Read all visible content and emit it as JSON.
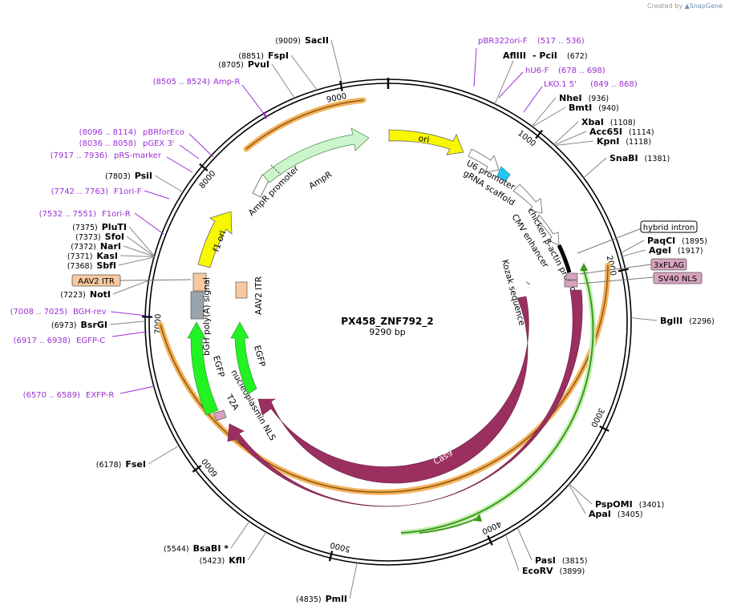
{
  "credit": {
    "prefix": "Created by",
    "brand": "SnapGene"
  },
  "plasmid": {
    "name": "PX458_ZNF792_2",
    "length_label": "9290 bp",
    "length": 9290
  },
  "ticks": [
    "1000",
    "2000",
    "3000",
    "4000",
    "5000",
    "6000",
    "7000",
    "8000",
    "9000"
  ],
  "enzymes": [
    {
      "name": "SacII",
      "pos": "(9009)",
      "bp": 9009
    },
    {
      "name": "FspI",
      "pos": "(8851)",
      "bp": 8851
    },
    {
      "name": "PvuI",
      "pos": "(8705)",
      "bp": 8705
    },
    {
      "name": "PsiI",
      "pos": "(7803)",
      "bp": 7803
    },
    {
      "name": "PluTI",
      "pos": "(7375)",
      "bp": 7375
    },
    {
      "name": "SfoI",
      "pos": "(7373)",
      "bp": 7373
    },
    {
      "name": "NarI",
      "pos": "(7372)",
      "bp": 7372
    },
    {
      "name": "KasI",
      "pos": "(7371)",
      "bp": 7371
    },
    {
      "name": "SbfI",
      "pos": "(7368)",
      "bp": 7368
    },
    {
      "name": "NotI",
      "pos": "(7223)",
      "bp": 7223
    },
    {
      "name": "BsrGI",
      "pos": "(6973)",
      "bp": 6973
    },
    {
      "name": "FseI",
      "pos": "(6178)",
      "bp": 6178
    },
    {
      "name": "BsaBI *",
      "pos": "(5544)",
      "bp": 5544
    },
    {
      "name": "KflI",
      "pos": "(5423)",
      "bp": 5423
    },
    {
      "name": "PmlI",
      "pos": "(4835)",
      "bp": 4835
    },
    {
      "name": "AflIII",
      "pos": "- PciI",
      "bp": 672
    },
    {
      "name": "PciI",
      "pos": "(672)",
      "bp": 672
    },
    {
      "name": "NheI",
      "pos": "(936)",
      "bp": 936
    },
    {
      "name": "BmtI",
      "pos": "(940)",
      "bp": 940
    },
    {
      "name": "XbaI",
      "pos": "(1108)",
      "bp": 1108
    },
    {
      "name": "Acc65I",
      "pos": "(1114)",
      "bp": 1114
    },
    {
      "name": "KpnI",
      "pos": "(1118)",
      "bp": 1118
    },
    {
      "name": "SnaBI",
      "pos": "(1381)",
      "bp": 1381
    },
    {
      "name": "PaqCI",
      "pos": "(1895)",
      "bp": 1895
    },
    {
      "name": "AgeI",
      "pos": "(1917)",
      "bp": 1917
    },
    {
      "name": "BglII",
      "pos": "(2296)",
      "bp": 2296
    },
    {
      "name": "PspOMI",
      "pos": "(3401)",
      "bp": 3401
    },
    {
      "name": "ApaI",
      "pos": "(3405)",
      "bp": 3405
    },
    {
      "name": "PasI",
      "pos": "(3815)",
      "bp": 3815
    },
    {
      "name": "EcoRV",
      "pos": "(3899)",
      "bp": 3899
    }
  ],
  "primers": [
    {
      "name": "pBR322ori-F",
      "range": "(517 .. 536)"
    },
    {
      "name": "hU6-F",
      "range": "(678 .. 698)"
    },
    {
      "name": "LKO.1 5'",
      "range": "(849 .. 868)"
    },
    {
      "name": "Amp-R",
      "range": "(8505 .. 8524)"
    },
    {
      "name": "pBRforEco",
      "range": "(8096 .. 8114)"
    },
    {
      "name": "pGEX 3'",
      "range": "(8036 .. 8058)"
    },
    {
      "name": "pRS-marker",
      "range": "(7917 .. 7936)"
    },
    {
      "name": "F1ori-F",
      "range": "(7742 .. 7763)"
    },
    {
      "name": "F1ori-R",
      "range": "(7532 .. 7551)"
    },
    {
      "name": "BGH-rev",
      "range": "(7008 .. 7025)"
    },
    {
      "name": "EGFP-C",
      "range": "(6917 .. 6938)"
    },
    {
      "name": "EXFP-R",
      "range": "(6570 .. 6589)"
    }
  ],
  "boxed": {
    "hybrid_intron": "hybrid intron",
    "flag": "3xFLAG",
    "sv40": "SV40 NLS",
    "aav2_left": "AAV2 ITR"
  },
  "features": {
    "ori": "ori",
    "u6": "U6 promoter",
    "grna": "gRNA scaffold",
    "cmv": "CMV enhancer",
    "cba": "chicken β-actin promoter",
    "kozak": "Kozak sequence",
    "cas9_inner": "Cas9",
    "cas9_outer": "Cas9",
    "nls": "nucleoplasmin NLS",
    "t2a": "T2A",
    "egfp_a": "EGFP",
    "egfp_b": "EGFP",
    "bgh": "bGH poly(A) signal",
    "aav2_right": "AAV2 ITR",
    "f1": "f1 ori",
    "ampr_prom": "AmpR promoter",
    "ampr": "AmpR"
  },
  "colors": {
    "primer": "#9b2fd6",
    "cas9": "#9b2f60",
    "ori": "#f7f700",
    "egfp": "#22f222",
    "ampr": "#ccf5cc",
    "orange": "#f5b25a",
    "grna": "#22c7f0",
    "nls": "#d7a3bd",
    "itr": "#f8c9a0",
    "green_line": "#3a9a1a",
    "bgh": "#9aa4ac"
  }
}
